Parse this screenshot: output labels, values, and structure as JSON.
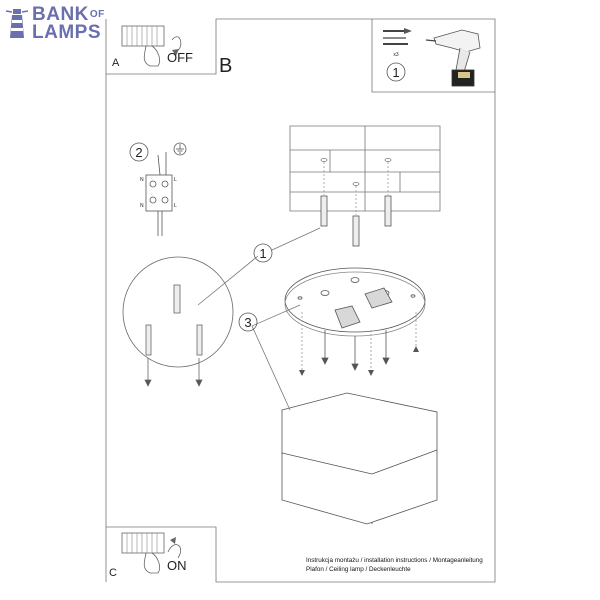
{
  "brand": {
    "line1": "BANK",
    "of": "OF",
    "line2": "LAMPS",
    "color": "#6a6fae"
  },
  "panels": {
    "a": {
      "letter": "A",
      "switch_label": "OFF"
    },
    "b": {
      "letter": "B"
    },
    "c": {
      "letter": "C",
      "switch_label": "ON"
    }
  },
  "tools": {
    "step": "1",
    "quantity": "x3"
  },
  "steps": {
    "wiring": "2",
    "anchors": "1",
    "base": "3"
  },
  "terminal_labels": {
    "n": "N",
    "l": "L"
  },
  "caption": {
    "line1": "Instrukcja montażu / installation instructions / Montageanleitung",
    "line2": "Plafon / Ceiling lamp / Deckenleuchte"
  }
}
